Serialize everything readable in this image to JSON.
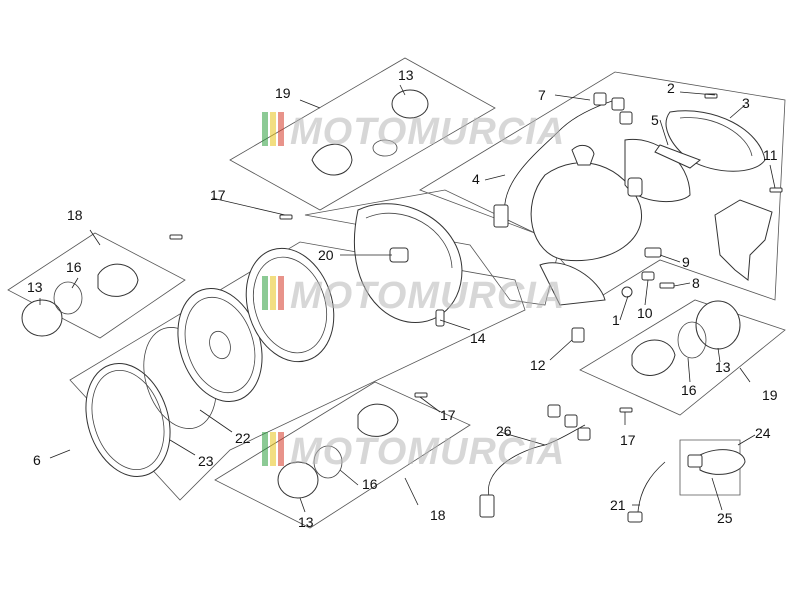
{
  "watermark": {
    "brand": "MOTOMURCIA",
    "stripe_colors": [
      "#2e9e3e",
      "#e8c31a",
      "#d63a2a"
    ]
  },
  "callouts": [
    {
      "id": "1",
      "label": "1"
    },
    {
      "id": "2",
      "label": "2"
    },
    {
      "id": "3",
      "label": "3"
    },
    {
      "id": "4",
      "label": "4"
    },
    {
      "id": "5",
      "label": "5"
    },
    {
      "id": "6",
      "label": "6"
    },
    {
      "id": "7",
      "label": "7"
    },
    {
      "id": "8",
      "label": "8"
    },
    {
      "id": "9",
      "label": "9"
    },
    {
      "id": "10",
      "label": "10"
    },
    {
      "id": "11",
      "label": "11"
    },
    {
      "id": "12",
      "label": "12"
    },
    {
      "id": "13a",
      "label": "13"
    },
    {
      "id": "13b",
      "label": "13"
    },
    {
      "id": "13c",
      "label": "13"
    },
    {
      "id": "13d",
      "label": "13"
    },
    {
      "id": "14",
      "label": "14"
    },
    {
      "id": "16a",
      "label": "16"
    },
    {
      "id": "16b",
      "label": "16"
    },
    {
      "id": "16c",
      "label": "16"
    },
    {
      "id": "17a",
      "label": "17"
    },
    {
      "id": "17b",
      "label": "17"
    },
    {
      "id": "17c",
      "label": "17"
    },
    {
      "id": "18a",
      "label": "18"
    },
    {
      "id": "18b",
      "label": "18"
    },
    {
      "id": "19a",
      "label": "19"
    },
    {
      "id": "19b",
      "label": "19"
    },
    {
      "id": "20",
      "label": "20"
    },
    {
      "id": "21",
      "label": "21"
    },
    {
      "id": "22",
      "label": "22"
    },
    {
      "id": "23",
      "label": "23"
    },
    {
      "id": "24",
      "label": "24"
    },
    {
      "id": "25",
      "label": "25"
    },
    {
      "id": "26",
      "label": "26"
    }
  ]
}
